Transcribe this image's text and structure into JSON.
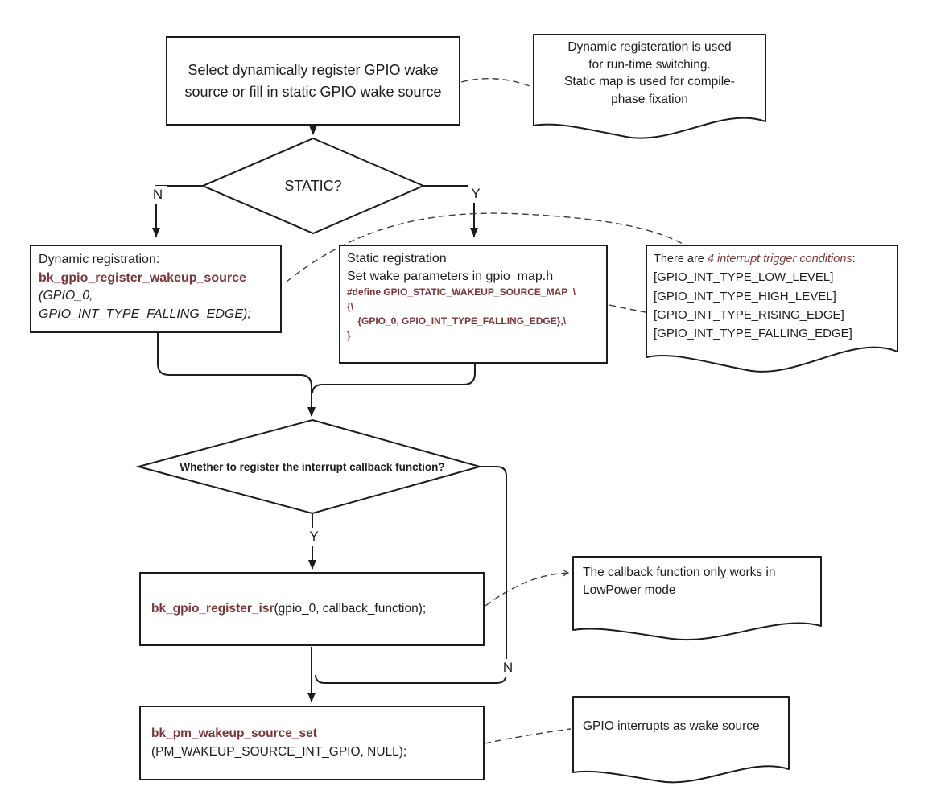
{
  "colors": {
    "maroon": "#7c3538",
    "ink": "#1c1c1c",
    "dash": "#3c3c3c"
  },
  "flow": {
    "start": {
      "text": "Select dynamically register GPIO wake source or fill in static GPIO wake source"
    },
    "decision_static": {
      "question": "STATIC?",
      "no": "N",
      "yes": "Y"
    },
    "dynamic": {
      "title": "Dynamic registration:",
      "function": "bk_gpio_register_wakeup_source",
      "args_line1": "(GPIO_0,",
      "args_line2": "GPIO_INT_TYPE_FALLING_EDGE);"
    },
    "static": {
      "title": "Static registration",
      "subtitle": "Set wake parameters in gpio_map.h",
      "code": [
        "#define GPIO_STATIC_WAKEUP_SOURCE_MAP  \\",
        "{\\",
        "    {GPIO_0, GPIO_INT_TYPE_FALLING_EDGE},\\",
        "}"
      ]
    },
    "decision_callback": {
      "question": "Whether to register the interrupt callback function?",
      "yes": "Y",
      "no": "N"
    },
    "isr": {
      "function": "bk_gpio_register_isr",
      "args": "(gpio_0, callback_function);"
    },
    "pm": {
      "function": "bk_pm_wakeup_source_set",
      "args": "(PM_WAKEUP_SOURCE_INT_GPIO, NULL);"
    }
  },
  "annotations": {
    "registration_note": {
      "text": "Dynamic registeration is used\nfor run-time switching.\nStatic map is used for compile-\nphase fixation"
    },
    "trigger_note": {
      "prefix": "There are ",
      "highlight": "4 interrupt trigger conditions",
      "suffix": ":",
      "items": [
        "[GPIO_INT_TYPE_LOW_LEVEL]",
        "[GPIO_INT_TYPE_HIGH_LEVEL]",
        "[GPIO_INT_TYPE_RISING_EDGE]",
        "[GPIO_INT_TYPE_FALLING_EDGE]"
      ]
    },
    "callback_note": {
      "text": "The callback function only works in\nLowPower mode"
    },
    "wake_note": {
      "text": "GPIO interrupts as wake source"
    }
  }
}
